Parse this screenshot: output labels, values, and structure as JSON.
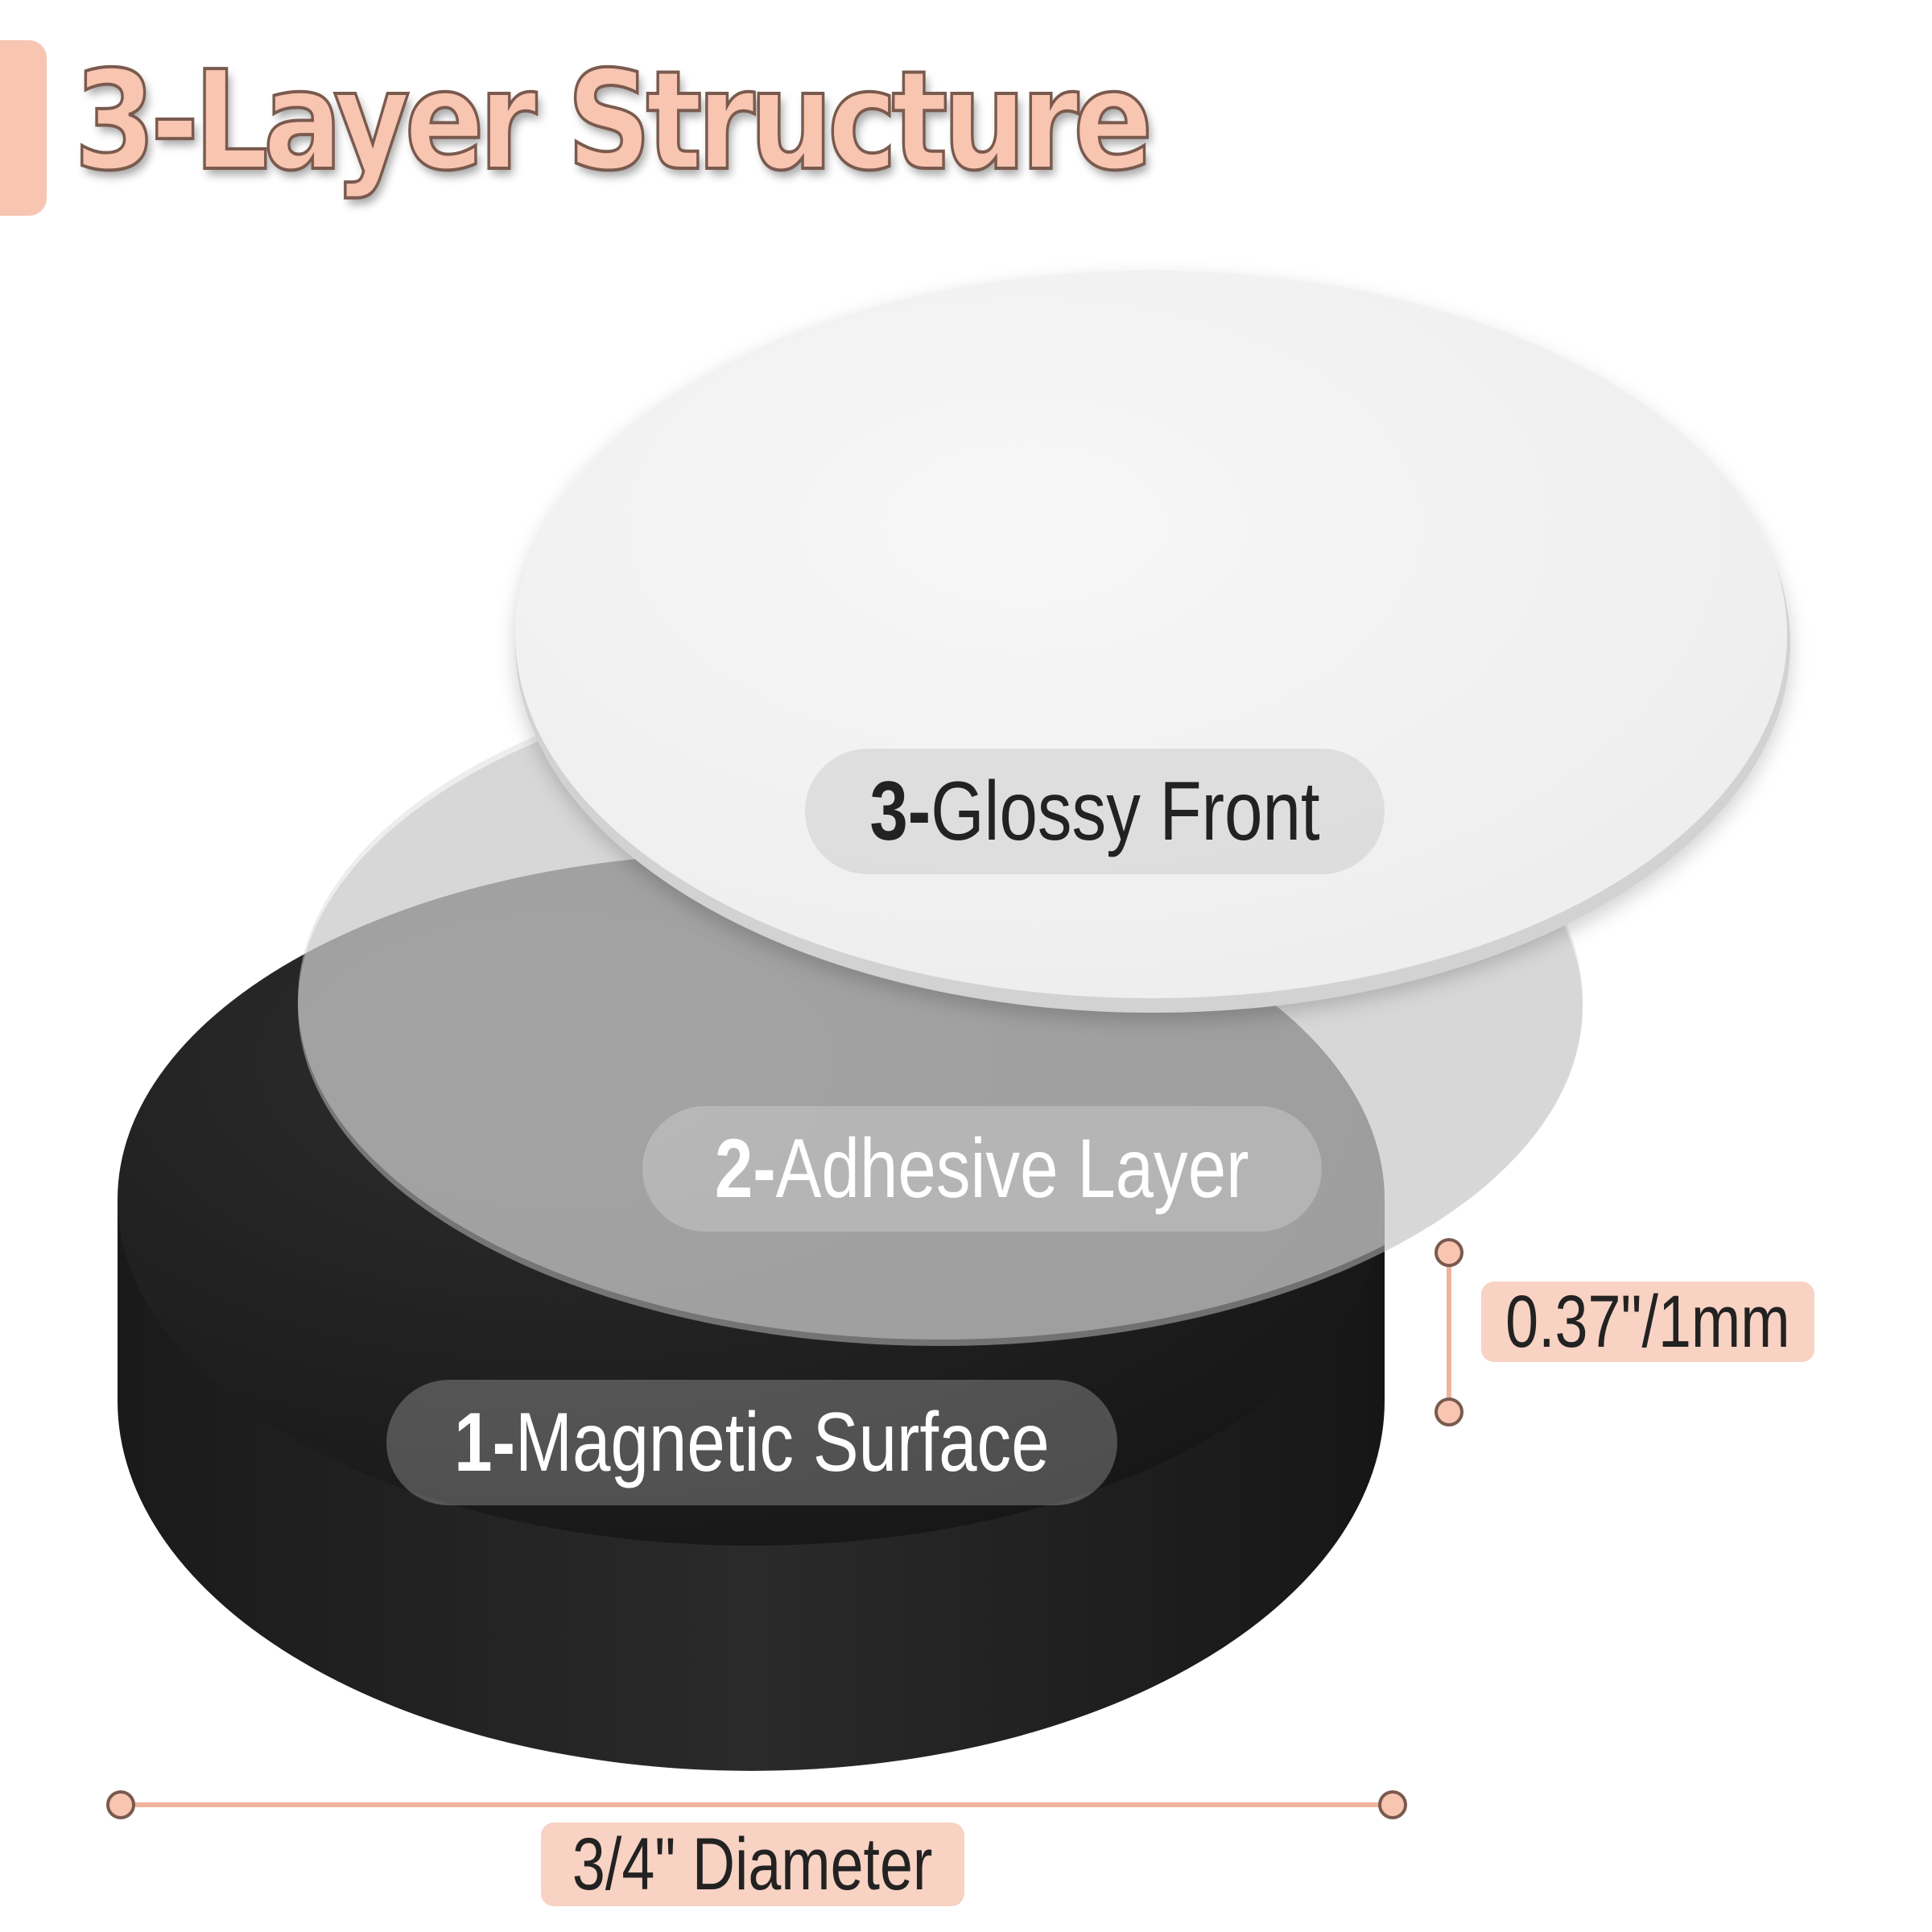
{
  "title": "3-Layer Structure",
  "layers": [
    {
      "number": "1-",
      "name": "Magnetic Surface"
    },
    {
      "number": "2-",
      "name": "Adhesive Layer"
    },
    {
      "number": "3-",
      "name": "Glossy Front"
    }
  ],
  "dimensions": {
    "thickness": "0.37\"/1mm",
    "diameter": "3/4\" Diameter"
  },
  "colors": {
    "accent": "#f8c5b1",
    "magnet": "#1e1e1e",
    "adhesive": "#a8a8a8",
    "glossy": "#f2f2f2"
  }
}
